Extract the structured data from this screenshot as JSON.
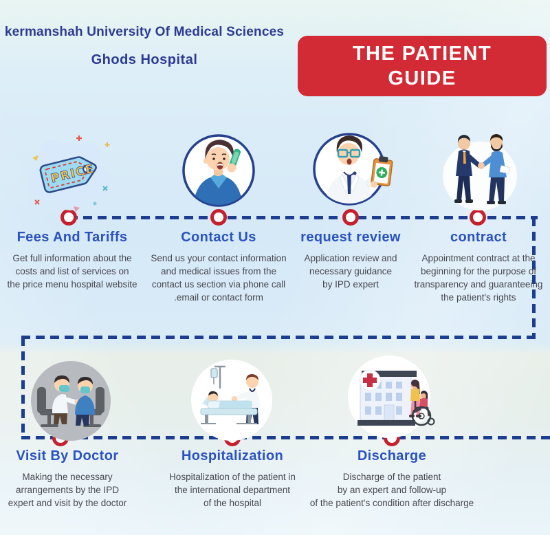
{
  "header": {
    "university": "kermanshah University Of Medical Sciences",
    "hospital": "Ghods Hospital",
    "banner": {
      "line1": "THE PATIENT",
      "line2": "GUIDE"
    }
  },
  "colors": {
    "banner_red": "#d32b35",
    "node_red": "#c6202e",
    "timeline_navy": "#1d3d91",
    "step_title_blue": "#2a52c0",
    "header_navy": "#2b3a92",
    "body_text": "#47474f",
    "background_top": "#d6e9f7",
    "background_bottom": "#e7efec"
  },
  "steps": [
    {
      "title": "Fees And Tariffs",
      "icon": "price-tag-icon",
      "icon_text": "PRICE",
      "lines": [
        "Get full information about the",
        "costs and list of services on",
        "the price menu  hospital website"
      ]
    },
    {
      "title": "Contact Us",
      "icon": "person-phone-icon",
      "lines": [
        "Send us your contact information",
        "and medical issues from the",
        "contact us section via phone call",
        ".email or contact form"
      ]
    },
    {
      "title": "request review",
      "icon": "doctor-clipboard-icon",
      "lines": [
        "Application review and",
        "necessary guidance",
        "by IPD expert"
      ]
    },
    {
      "title": "contract",
      "icon": "handshake-icon",
      "lines": [
        "Appointment contract at the",
        "beginning for the purpose of",
        "transparency and guaranteeing",
        "the patient's rights"
      ]
    },
    {
      "title": "Visit By Doctor",
      "icon": "doctor-patient-visit-icon",
      "lines": [
        "Making the necessary",
        "arrangements by the IPD",
        "expert and visit by the doctor"
      ]
    },
    {
      "title": "Hospitalization",
      "icon": "hospital-bed-icon",
      "lines": [
        "Hospitalization of the patient in",
        "the international department",
        "of the hospital"
      ]
    },
    {
      "title": "Discharge",
      "icon": "hospital-wheelchair-icon",
      "lines": [
        "Discharge of the patient",
        "by an expert and follow-up",
        "of the patient's condition after discharge"
      ]
    }
  ]
}
